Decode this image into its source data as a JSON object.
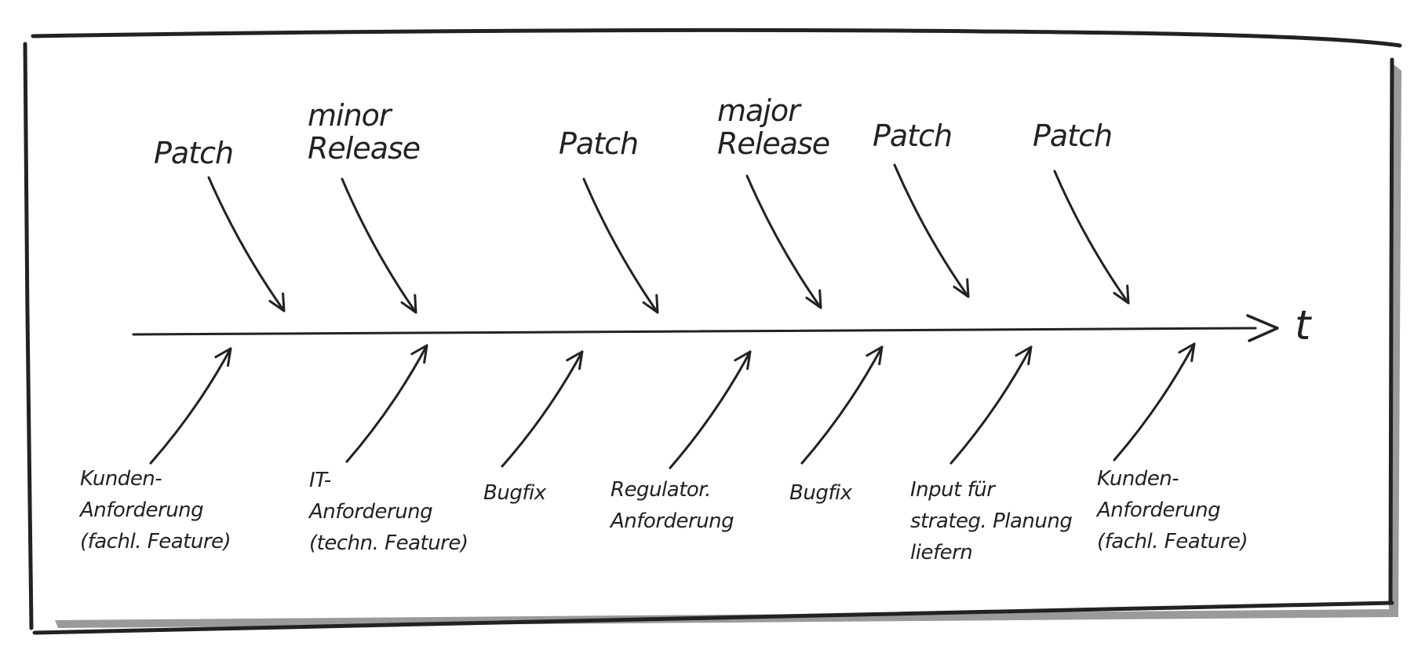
{
  "diagram": {
    "axis_label": "t",
    "colors": {
      "ink": "#222222",
      "shadow": "#9a9a9a",
      "paper": "#ffffff"
    },
    "releases": [
      {
        "lines": [
          "Patch"
        ]
      },
      {
        "lines": [
          "minor",
          "Release"
        ]
      },
      {
        "lines": [
          "Patch"
        ]
      },
      {
        "lines": [
          "major",
          "Release"
        ]
      },
      {
        "lines": [
          "Patch"
        ]
      },
      {
        "lines": [
          "Patch"
        ]
      }
    ],
    "triggers": [
      {
        "lines": [
          "Kunden-",
          "Anforderung",
          "(fachl. Feature)"
        ]
      },
      {
        "lines": [
          "IT-",
          "Anforderung",
          "(techn. Feature)"
        ]
      },
      {
        "lines": [
          "Bugfix"
        ]
      },
      {
        "lines": [
          "Regulator.",
          "Anforderung"
        ]
      },
      {
        "lines": [
          "Bugfix"
        ]
      },
      {
        "lines": [
          "Input für",
          "strateg. Planung",
          "liefern"
        ]
      },
      {
        "lines": [
          "Kunden-",
          "Anforderung",
          "(fachl. Feature)"
        ]
      }
    ]
  }
}
